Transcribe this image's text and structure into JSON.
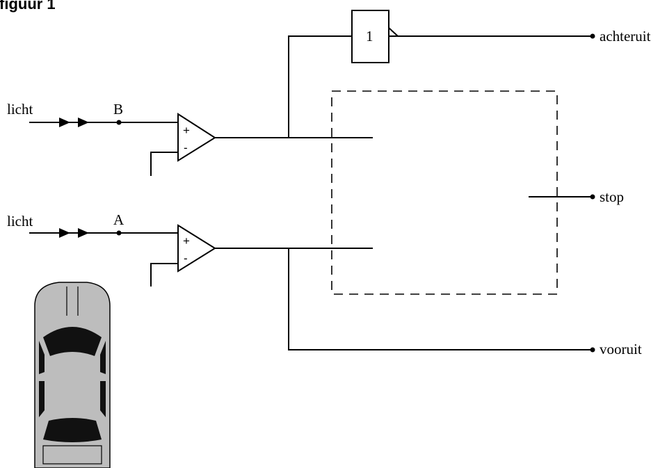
{
  "figure": {
    "title": "figuur 1"
  },
  "inputs": {
    "top": {
      "sensor_label": "licht",
      "node_label": "B"
    },
    "bottom": {
      "sensor_label": "licht",
      "node_label": "A"
    }
  },
  "comparator": {
    "plus": "+",
    "minus": "-"
  },
  "not_gate": {
    "symbol": "1"
  },
  "outputs": {
    "achteruit": "achteruit",
    "stop": "stop",
    "vooruit": "vooruit"
  }
}
